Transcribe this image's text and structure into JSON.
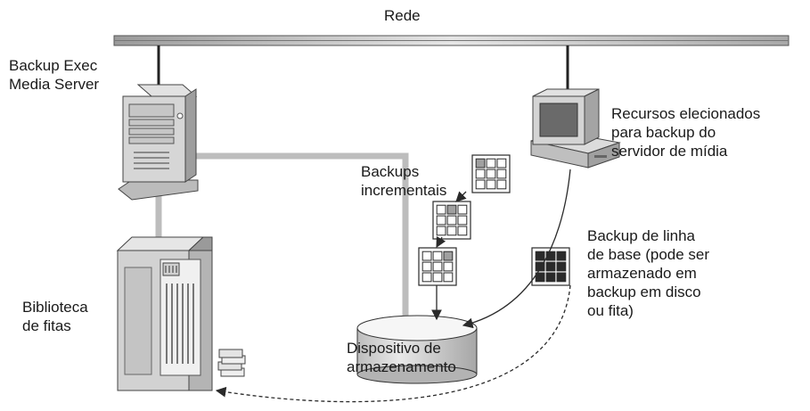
{
  "network_label": "Rede",
  "media_server_label": [
    "Backup Exec",
    "Media Server"
  ],
  "selected_resources_label": [
    "Recursos elecionados",
    "para backup do",
    "servidor de mídia"
  ],
  "incremental_backups_label": [
    "Backups",
    "incrementais"
  ],
  "baseline_backup_label": [
    "Backup de linha",
    "de base (pode ser",
    "armazenado em",
    "backup em disco",
    "ou fita)"
  ],
  "tape_library_label": [
    "Biblioteca",
    "de fitas"
  ],
  "storage_device_label": [
    "Dispositivo de",
    "armazenamento"
  ],
  "colors": {
    "network_bar": "#b8b8b8",
    "connection_line": "#bdbdbd",
    "device_body": "#d0d0d0",
    "grid_dark": "#2a2a2a",
    "grid_highlight": "#a0a0a0"
  }
}
